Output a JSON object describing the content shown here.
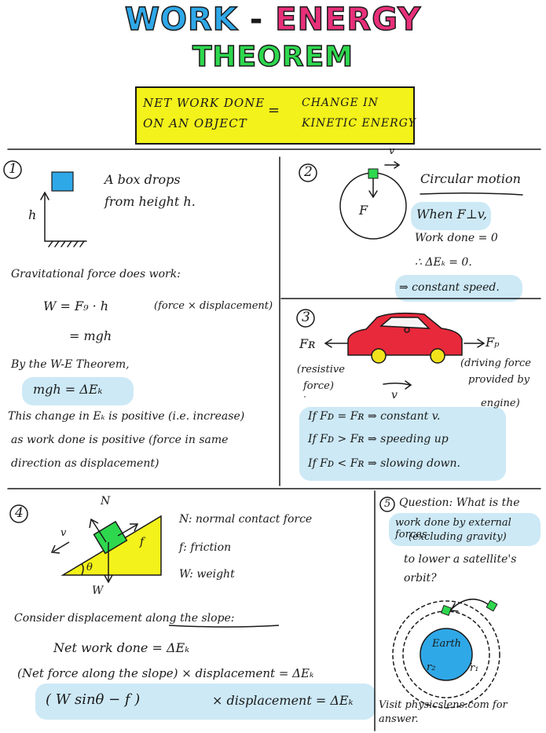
{
  "title": {
    "word1": "WORK",
    "dash": "-",
    "word2": "ENERGY",
    "line2": "THEOREM"
  },
  "definition": {
    "left_line1": "NET WORK DONE",
    "left_line2": "ON AN OBJECT",
    "equals": "=",
    "right_line1": "CHANGE IN",
    "right_line2": "KINETIC ENERGY"
  },
  "panel1": {
    "number": "1",
    "desc_line1": "A box drops",
    "desc_line2": "from height h.",
    "h_label": "h",
    "grav_text": "Gravitational force does work:",
    "eq1": "W = F₉ · h",
    "eq1_note": "(force × displacement)",
    "eq2": "= mgh",
    "wet_text": "By the W-E Theorem,",
    "result": "mgh = ΔEₖ",
    "explain_line1": "This change in Eₖ is positive (i.e. increase)",
    "explain_line2": "as work done is positive (force in same",
    "explain_line3": "direction as displacement)"
  },
  "panel2": {
    "number": "2",
    "v_label": "v",
    "f_label": "F",
    "heading": "Circular motion",
    "line1": "When F⊥v,",
    "line2": "Work done = 0",
    "line3": "∴ ΔEₖ = 0.",
    "line4": "⇒ constant speed."
  },
  "panel3": {
    "number": "3",
    "fr_label": "Fʀ",
    "fr_desc_line1": "(resistive",
    "fr_desc_line2": "force)",
    "fp_label": "Fₚ",
    "fp_desc_line1": "(driving force",
    "fp_desc_line2": "provided by",
    "fp_desc_line3": "engine)",
    "v_label": "v",
    "case1": "If Fᴅ = Fʀ ⇒ constant v.",
    "case2": "If Fᴅ > Fʀ ⇒ speeding up",
    "case3": "If Fᴅ < Fʀ ⇒ slowing down."
  },
  "panel4": {
    "number": "4",
    "n_label": "N",
    "v_label": "v",
    "f_label": "f",
    "w_label": "W",
    "theta_label": "θ",
    "legend_n": "N: normal contact force",
    "legend_f": "f: friction",
    "legend_w": "W: weight",
    "consider": "Consider displacement along the slope:",
    "eq1": "Net work done = ΔEₖ",
    "eq2": "(Net force along the slope) × displacement = ΔEₖ",
    "eq3_left": "( W sinθ − f )",
    "eq3_right": "× displacement = ΔEₖ"
  },
  "panel5": {
    "number": "5",
    "q_line1": "Question: What is the",
    "q_line2": "work done by external forces",
    "q_line3": "(excluding gravity)",
    "q_line4": "to lower a satellite's",
    "q_line5": "orbit?",
    "earth_label": "Earth",
    "r1_label": "r₁",
    "r2_label": "r₂",
    "visit": "Visit physicslens.com for answer."
  },
  "colors": {
    "work": "#2fa8e8",
    "energy": "#e8307a",
    "theorem": "#2ed84e",
    "definition_box": "#f3f21a",
    "highlight": "#cde9f6",
    "box": "#2fa8e8",
    "car": "#e8293b",
    "wheel": "#f2e21c",
    "slope": "#f3f21a",
    "block": "#2ed84e",
    "earth": "#2fa8e8"
  }
}
